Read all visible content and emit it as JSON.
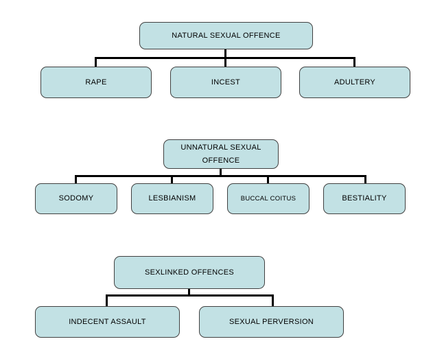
{
  "style": {
    "page_bg": "#ffffff",
    "box_fill": "#c2e1e4",
    "box_border": "#404040",
    "connector_color": "#000000",
    "text_color": "#000000"
  },
  "trees": [
    {
      "parent": "NATURAL SEXUAL OFFENCE",
      "children": [
        "RAPE",
        "INCEST",
        "ADULTERY"
      ]
    },
    {
      "parent": "UNNATURAL SEXUAL OFFENCE",
      "children": [
        "SODOMY",
        "LESBIANISM",
        "BUCCAL COITUS",
        "BESTIALITY"
      ]
    },
    {
      "parent": "SEXLINKED OFFENCES",
      "children": [
        "INDECENT ASSAULT",
        "SEXUAL PERVERSION"
      ]
    }
  ]
}
